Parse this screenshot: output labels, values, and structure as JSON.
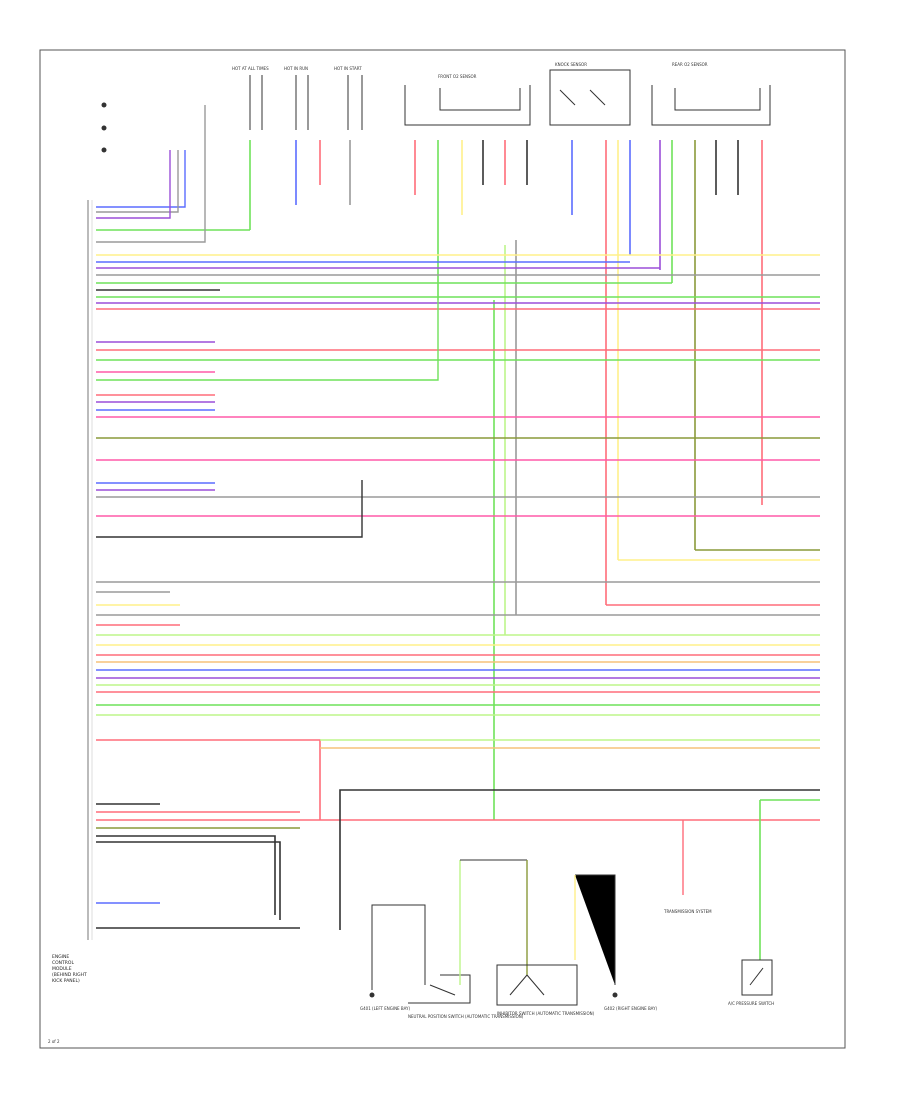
{
  "diagram": {
    "page_label": "2 of 2",
    "module_labels": [
      "ENGINE",
      "CONTROL",
      "MODULE",
      "(BEHIND RIGHT",
      "KICK PANEL)"
    ],
    "bottom_components": [
      "G401 (LEFT ENGINE BAY)",
      "NEUTRAL POSITION SWITCH (AUTOMATIC TRANSMISSION)",
      "INHIBITOR SWITCH (AUTOMATIC TRANSMISSION)",
      "G402 (RIGHT ENGINE BAY)",
      "TRANSMISSION SYSTEM",
      "A/C PRESSURE SWITCH"
    ],
    "top_components": [
      "HOT AT ALL TIMES",
      "HOT IN RUN",
      "HOT IN START",
      "FRONT O2 SENSOR",
      "KNOCK SENSOR",
      "REAR O2 SENSOR"
    ]
  },
  "colors": {
    "red": "#ff6d7a",
    "pink": "#ff5aa8",
    "green": "#6fe25a",
    "lightgreen": "#bdf58a",
    "yellow": "#fff08a",
    "blue": "#5b6dff",
    "violet": "#9b4fd9",
    "gray": "#9a9a9a",
    "dark": "#333333",
    "olive": "#8a9a3a",
    "orange": "#f5c27a"
  },
  "chart_data": {
    "type": "wiring_diagram",
    "wires": [
      {
        "color": "lightgreen"
      },
      {
        "color": "yellow"
      },
      {
        "color": "red"
      },
      {
        "color": "violet"
      },
      {
        "color": "pink"
      },
      {
        "color": "blue"
      },
      {
        "color": "green"
      },
      {
        "color": "gray"
      }
    ]
  }
}
